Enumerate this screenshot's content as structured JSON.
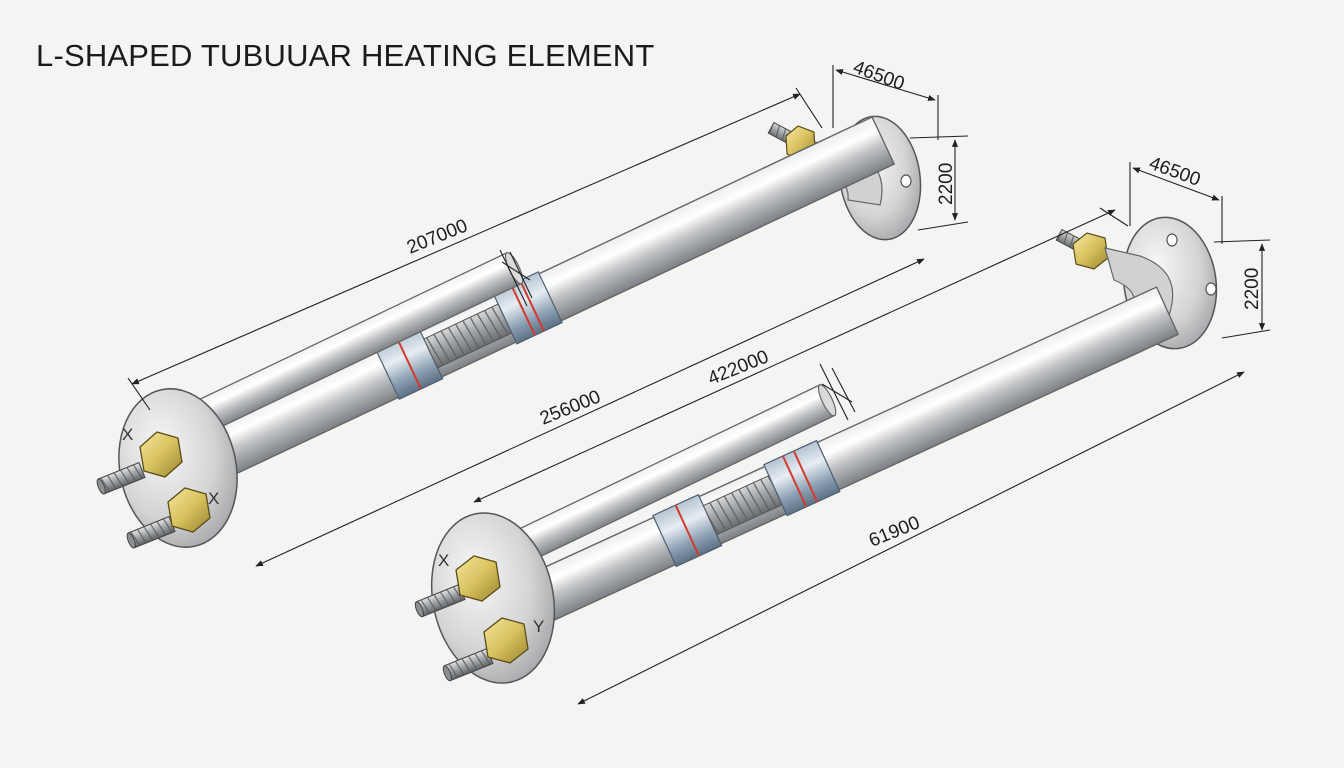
{
  "title": "L-SHAPED TUBUUAR HEATING ELEMENT",
  "colors": {
    "background": "#f4f4f3",
    "tube": "#c9cbcd",
    "nut": "#d8c46a",
    "band_red": "#d23a2e",
    "band_blue": "#4f6b87",
    "dimension_line": "#222222"
  },
  "element_top": {
    "dimensions": {
      "flange_width": "46500",
      "flange_height": "2200",
      "overall_length": "207000",
      "inner_length": "256000"
    },
    "terminal_marks": [
      "X",
      "X"
    ]
  },
  "element_bottom": {
    "dimensions": {
      "flange_width": "46500",
      "flange_height": "2200",
      "inner_length": "422000",
      "overall_length": "61900"
    },
    "terminal_marks": [
      "X",
      "Y"
    ]
  }
}
